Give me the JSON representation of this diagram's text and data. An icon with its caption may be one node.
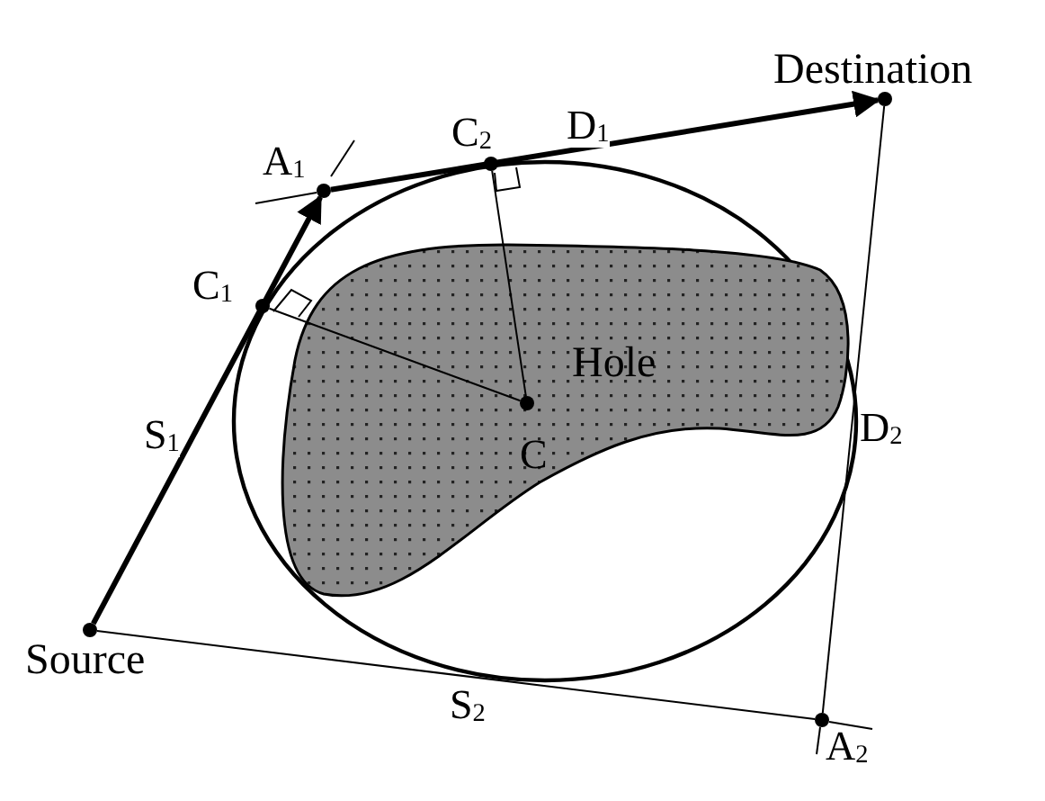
{
  "diagram": {
    "nodes": [
      {
        "text": [
          "Destination"
        ]
      },
      {
        "text": [
          "A$_{1}$"
        ]
      },
      {
        "text": [
          "C$_{2}$"
        ]
      },
      {
        "text": [
          "C$_{1}$"
        ]
      },
      {
        "text": [
          "Hole"
        ]
      },
      {
        "text": [
          "C"
        ],
        "in": 4
      },
      {
        "text": [
          "Source"
        ]
      },
      {
        "text": [
          "A$_{2}$"
        ]
      }
    ],
    "edges": [
      {
        "from": 6,
        "to": 1,
        "arrow": "to",
        "label": "S$_{1}$",
        "style": "thick"
      },
      {
        "from": 1,
        "to": 0,
        "arrow": "to",
        "label": "D$_{1}$",
        "style": "thick"
      },
      {
        "from": 6,
        "to": 7,
        "arrow": "none",
        "label": "S$_{2}$"
      },
      {
        "from": 7,
        "to": 0,
        "arrow": "none",
        "label": "D$_{2}$"
      },
      {
        "from": 3,
        "to": 5,
        "arrow": "none"
      },
      {
        "from": 2,
        "to": 5,
        "arrow": "none"
      }
    ]
  }
}
